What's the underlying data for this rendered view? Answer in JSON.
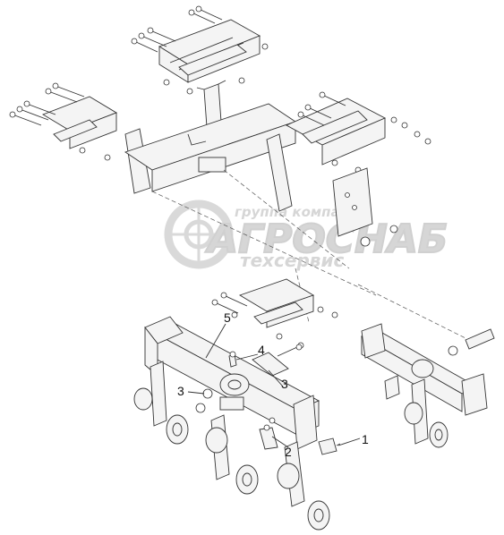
{
  "watermark": {
    "top": "группа компаний",
    "main": "АГРОСНАБ",
    "bottom": "техсервис"
  },
  "callouts": [
    {
      "id": "1",
      "label": "1"
    },
    {
      "id": "2",
      "label": "2"
    },
    {
      "id": "3a",
      "label": "3"
    },
    {
      "id": "3b",
      "label": "3"
    },
    {
      "id": "4",
      "label": "4"
    },
    {
      "id": "5",
      "label": "5"
    }
  ]
}
